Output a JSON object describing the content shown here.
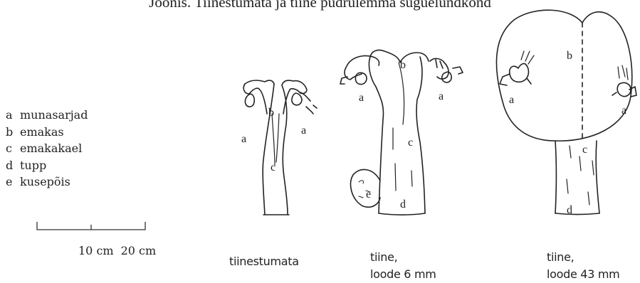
{
  "title": "Joonis. Tiinestumata ja tiine pudrulemma suguelundkond",
  "legend": [
    {
      "key": "a",
      "text": "munasarjad"
    },
    {
      "key": "b",
      "text": "emakas"
    },
    {
      "key": "c",
      "text": "emakakael"
    },
    {
      "key": "d",
      "text": "tupp"
    },
    {
      "key": "e",
      "text": "kusepõis"
    }
  ],
  "scale": {
    "label_1": "10 cm",
    "label_2": "20 cm"
  },
  "figures": [
    {
      "caption_line1": "tiinestumata",
      "caption_line2": ""
    },
    {
      "caption_line1": "tiine,",
      "caption_line2": "loode 6 mm"
    },
    {
      "caption_line1": "tiine,",
      "caption_line2": "loode 43 mm"
    }
  ],
  "labels": {
    "a": "a",
    "b": "b",
    "c": "c",
    "d": "d",
    "e": "e"
  }
}
